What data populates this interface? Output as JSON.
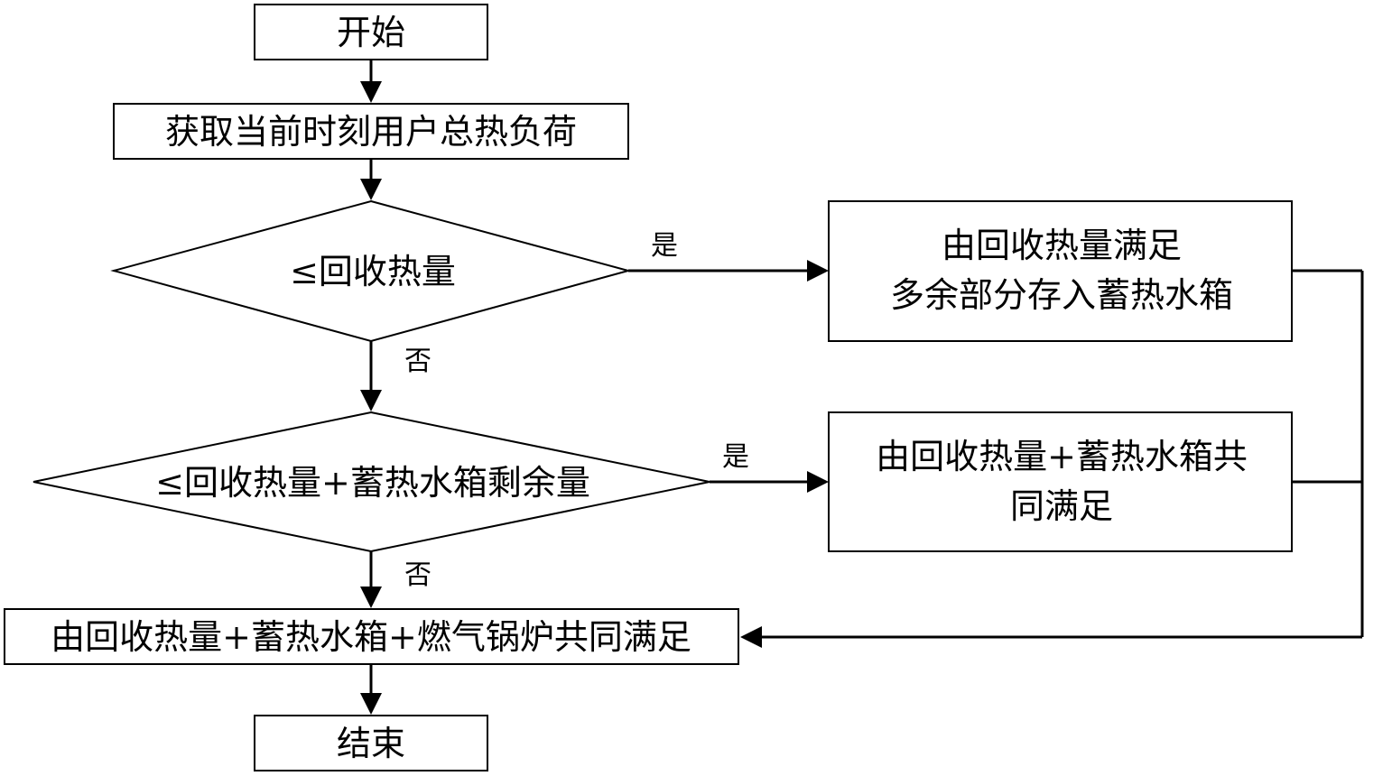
{
  "diagram": {
    "type": "flowchart",
    "nodes": {
      "start": {
        "text": "开始"
      },
      "get_load": {
        "text": "获取当前时刻用户总热负荷"
      },
      "decision1": {
        "text": "≤回收热量"
      },
      "decision2": {
        "text": "≤回收热量+蓄热水箱剩余量"
      },
      "action1": {
        "lines": [
          "由回收热量满足",
          "多余部分存入蓄热水箱"
        ]
      },
      "action2": {
        "lines": [
          "由回收热量+蓄热水箱共",
          "同满足"
        ]
      },
      "action3": {
        "text": "由回收热量+蓄热水箱+燃气锅炉共同满足"
      },
      "end": {
        "text": "结束"
      }
    },
    "edge_labels": {
      "yes1": "是",
      "no1": "否",
      "yes2": "是",
      "no2": "否"
    }
  }
}
